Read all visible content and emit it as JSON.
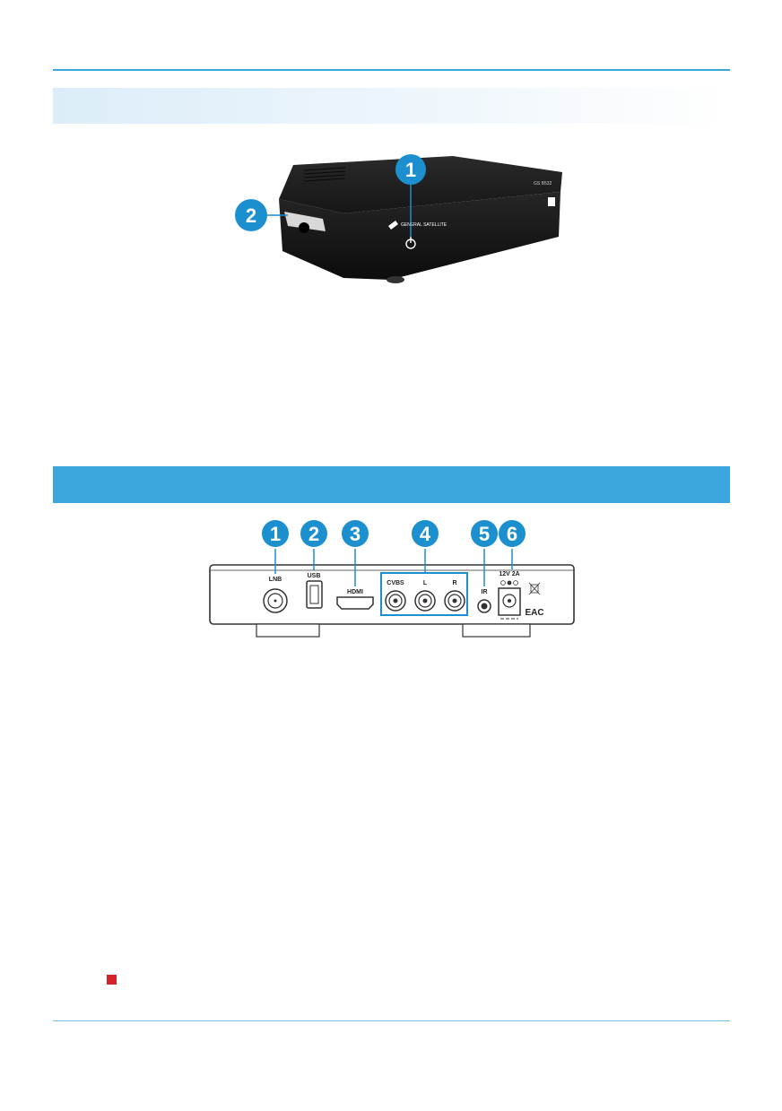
{
  "front_panel": {
    "badges": [
      "1",
      "2"
    ],
    "model_label": "GS B532",
    "brand_label": "GENERAL SATELLITE",
    "power_icon": "power-icon"
  },
  "rear_panel": {
    "badges": [
      "1",
      "2",
      "3",
      "4",
      "5",
      "6"
    ],
    "port_labels": {
      "lnb": "LNB",
      "usb": "USB",
      "hdmi": "HDMI",
      "cvbs": "CVBS",
      "l": "L",
      "r": "R",
      "ir": "IR",
      "power": "12V 2A"
    },
    "eac_mark": "EAC"
  },
  "colors": {
    "accent": "#3aa6dc",
    "badge": "#1c8fcf",
    "bullet": "#d2242a",
    "device": "#1b1b1b"
  }
}
